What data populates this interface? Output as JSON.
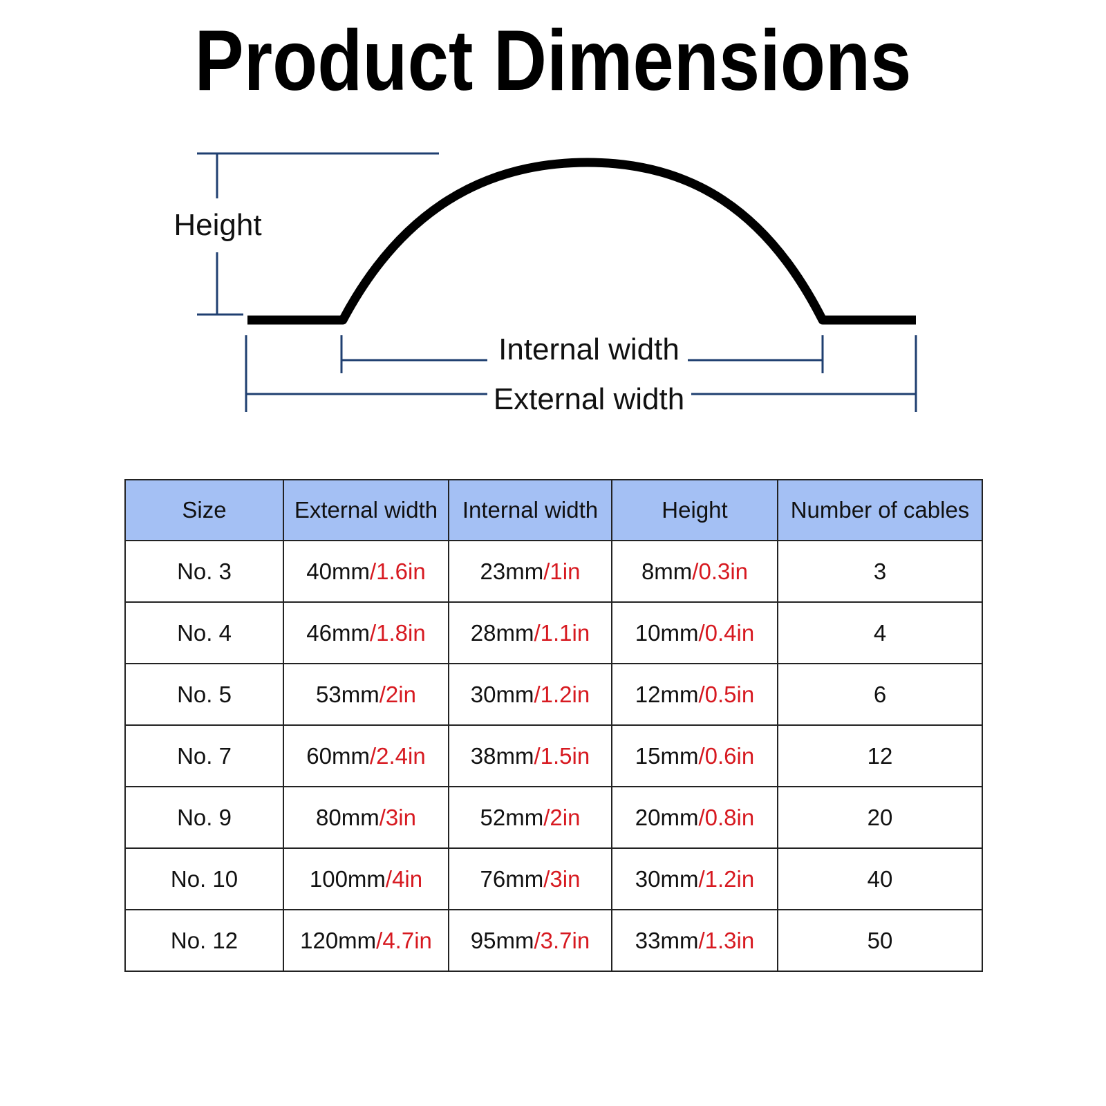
{
  "title": "Product Dimensions",
  "diagram": {
    "height_label": "Height",
    "internal_width_label": "Internal width",
    "external_width_label": "External width",
    "dimension_line_color": "#1f3f70",
    "profile_color": "#000000"
  },
  "table": {
    "header_color": "#a4c0f4",
    "inch_color": "#d71920",
    "headers": [
      "Size",
      "External width",
      "Internal width",
      "Height",
      "Number of cables"
    ],
    "rows": [
      {
        "size": "No. 3",
        "ext_mm": "40mm",
        "ext_in": "/1.6in",
        "int_mm": "23mm",
        "int_in": "/1in",
        "h_mm": "8mm",
        "h_in": "/0.3in",
        "cables": "3"
      },
      {
        "size": "No. 4",
        "ext_mm": "46mm",
        "ext_in": "/1.8in",
        "int_mm": "28mm",
        "int_in": "/1.1in",
        "h_mm": "10mm",
        "h_in": "/0.4in",
        "cables": "4"
      },
      {
        "size": "No. 5",
        "ext_mm": "53mm",
        "ext_in": "/2in",
        "int_mm": "30mm",
        "int_in": "/1.2in",
        "h_mm": "12mm",
        "h_in": "/0.5in",
        "cables": "6"
      },
      {
        "size": "No. 7",
        "ext_mm": "60mm",
        "ext_in": "/2.4in",
        "int_mm": "38mm",
        "int_in": "/1.5in",
        "h_mm": "15mm",
        "h_in": "/0.6in",
        "cables": "12"
      },
      {
        "size": "No. 9",
        "ext_mm": "80mm",
        "ext_in": "/3in",
        "int_mm": "52mm",
        "int_in": "/2in",
        "h_mm": "20mm",
        "h_in": "/0.8in",
        "cables": "20"
      },
      {
        "size": "No. 10",
        "ext_mm": "100mm",
        "ext_in": "/4in",
        "int_mm": "76mm",
        "int_in": "/3in",
        "h_mm": "30mm",
        "h_in": "/1.2in",
        "cables": "40"
      },
      {
        "size": "No. 12",
        "ext_mm": "120mm",
        "ext_in": "/4.7in",
        "int_mm": "95mm",
        "int_in": "/3.7in",
        "h_mm": "33mm",
        "h_in": "/1.3in",
        "cables": "50"
      }
    ]
  }
}
